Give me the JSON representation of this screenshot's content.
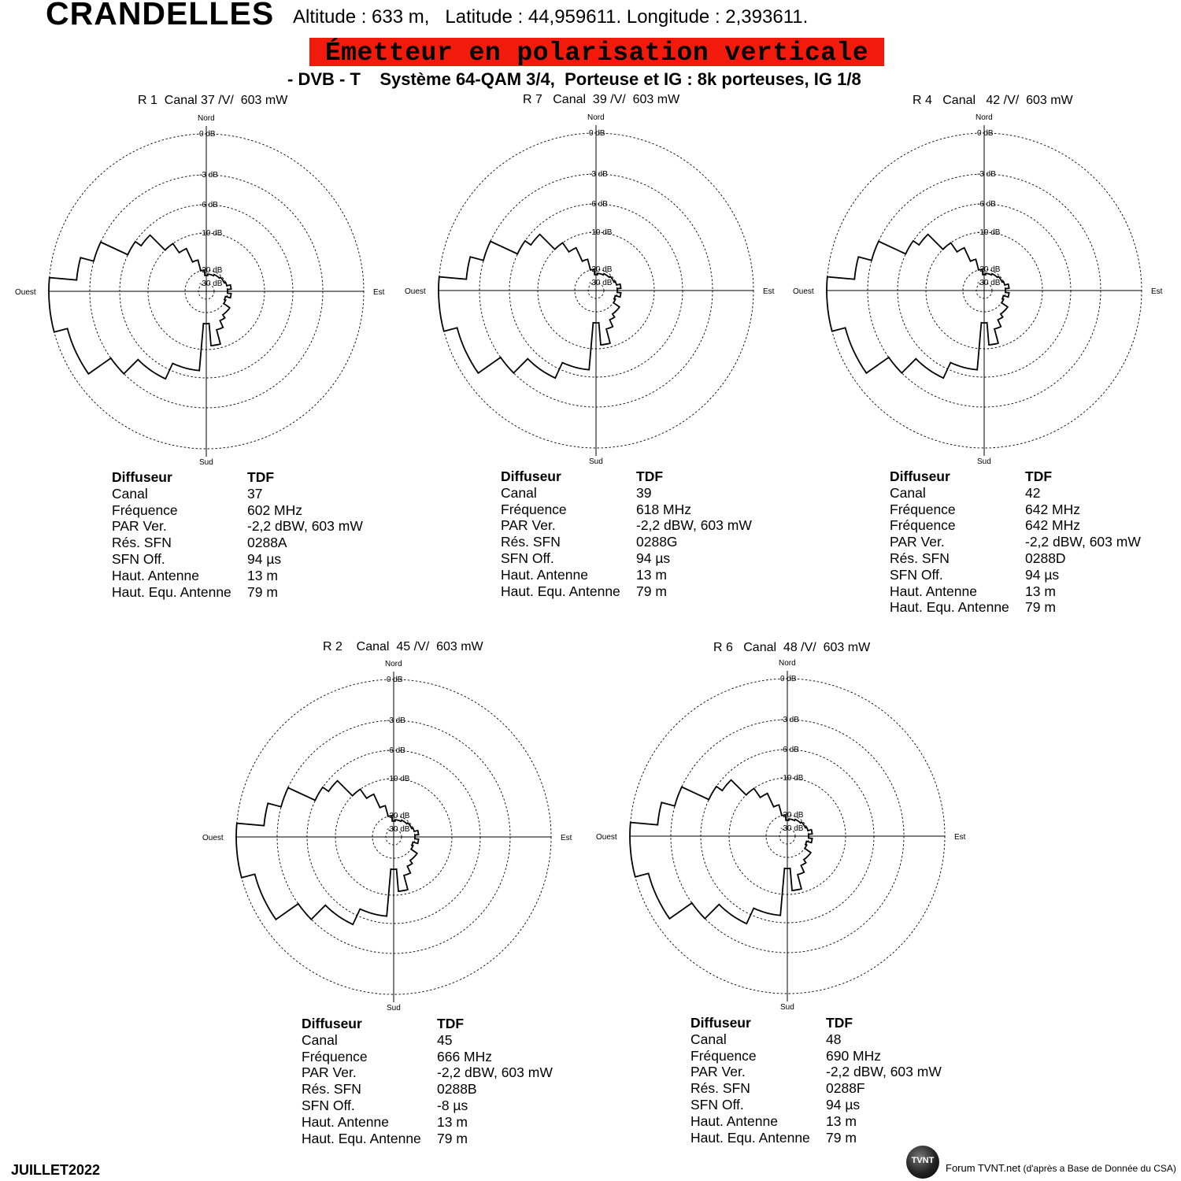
{
  "header": {
    "site": "CRANDELLES",
    "coords": "Altitude : 633 m,   Latitude : 44,959611. Longitude : 2,393611.",
    "banner": "Émetteur en polarisation verticale",
    "system": "- DVB - T    Système 64-QAM 3/4,  Porteuse et IG : 8k porteuses, IG 1/8",
    "colors": {
      "banner_bg": "#f21b0b"
    }
  },
  "footer": {
    "date": "JUILLET2022",
    "logo_text": "TVNT",
    "credit_main": "Forum TVNT.net",
    "credit_note": " (d'après a Base de Donnée du CSA)"
  },
  "compass": {
    "north": "Nord",
    "south": "Sud",
    "west": "Ouest",
    "east": "Est"
  },
  "chart_data": [
    {
      "type": "polar",
      "title": "R 1  Canal 37 /V/  603 mW",
      "rings_db": [
        0,
        -3,
        -6,
        -10,
        -20,
        -30
      ],
      "ring_labels": [
        "0 dB",
        "-3 dB",
        "-6 dB",
        "-10 dB",
        "-20 dB",
        "-30 dB"
      ],
      "pattern": {
        "angles_deg": [
          0,
          10,
          20,
          30,
          40,
          50,
          60,
          70,
          80,
          90,
          100,
          110,
          120,
          130,
          140,
          150,
          160,
          170,
          180,
          190,
          200,
          210,
          220,
          230,
          240,
          250,
          260,
          270,
          280,
          290,
          300,
          310,
          320,
          330,
          340,
          350
        ],
        "gain_db": [
          -24,
          -23,
          -23,
          -22,
          -22,
          -21,
          -21,
          -20,
          -19,
          -20,
          -19,
          -21,
          -20,
          -18,
          -18,
          -17,
          -15,
          -11,
          -17,
          -7,
          -7,
          -5,
          -5,
          -3,
          -1,
          -1,
          0,
          0,
          -2,
          -3,
          -6,
          -7,
          -10,
          -13,
          -17,
          -20
        ]
      },
      "info": [
        [
          "Diffuseur",
          "TDF"
        ],
        [
          "Canal",
          "37"
        ],
        [
          "Fréquence",
          "602 MHz"
        ],
        [
          "PAR Ver.",
          "-2,2 dBW, 603 mW"
        ],
        [
          "Rés. SFN",
          "0288A"
        ],
        [
          "SFN Off.",
          "94 µs"
        ],
        [
          "Haut. Antenne",
          "13 m"
        ],
        [
          "Haut. Equ. Antenne",
          "79 m"
        ]
      ]
    },
    {
      "type": "polar",
      "title": "R 7   Canal  39 /V/  603 mW",
      "rings_db": [
        0,
        -3,
        -6,
        -10,
        -20,
        -30
      ],
      "ring_labels": [
        "0 dB",
        "-3 dB",
        "-6 dB",
        "-10 dB",
        "-20 dB",
        "-30 dB"
      ],
      "pattern": {
        "angles_deg": [
          0,
          10,
          20,
          30,
          40,
          50,
          60,
          70,
          80,
          90,
          100,
          110,
          120,
          130,
          140,
          150,
          160,
          170,
          180,
          190,
          200,
          210,
          220,
          230,
          240,
          250,
          260,
          270,
          280,
          290,
          300,
          310,
          320,
          330,
          340,
          350
        ],
        "gain_db": [
          -24,
          -23,
          -23,
          -22,
          -22,
          -21,
          -21,
          -20,
          -19,
          -20,
          -19,
          -21,
          -20,
          -18,
          -18,
          -17,
          -15,
          -11,
          -17,
          -7,
          -7,
          -5,
          -5,
          -3,
          -1,
          -1,
          0,
          0,
          -2,
          -3,
          -6,
          -7,
          -10,
          -13,
          -17,
          -20
        ]
      },
      "info": [
        [
          "Diffuseur",
          "TDF"
        ],
        [
          "Canal",
          "39"
        ],
        [
          "Fréquence",
          "618 MHz"
        ],
        [
          "PAR Ver.",
          "-2,2 dBW, 603 mW"
        ],
        [
          "Rés. SFN",
          "0288G"
        ],
        [
          "SFN Off.",
          "94 µs"
        ],
        [
          "Haut. Antenne",
          "13 m"
        ],
        [
          "Haut. Equ. Antenne",
          "79 m"
        ]
      ]
    },
    {
      "type": "polar",
      "title": "R 4   Canal   42 /V/  603 mW",
      "rings_db": [
        0,
        -3,
        -6,
        -10,
        -20,
        -30
      ],
      "ring_labels": [
        "0 dB",
        "-3 dB",
        "-6 dB",
        "-10 dB",
        "-20 dB",
        "-30 dB"
      ],
      "pattern": {
        "angles_deg": [
          0,
          10,
          20,
          30,
          40,
          50,
          60,
          70,
          80,
          90,
          100,
          110,
          120,
          130,
          140,
          150,
          160,
          170,
          180,
          190,
          200,
          210,
          220,
          230,
          240,
          250,
          260,
          270,
          280,
          290,
          300,
          310,
          320,
          330,
          340,
          350
        ],
        "gain_db": [
          -24,
          -23,
          -23,
          -22,
          -22,
          -21,
          -21,
          -20,
          -19,
          -20,
          -19,
          -21,
          -20,
          -18,
          -18,
          -17,
          -15,
          -11,
          -17,
          -7,
          -7,
          -5,
          -5,
          -3,
          -1,
          -1,
          0,
          0,
          -2,
          -3,
          -6,
          -7,
          -10,
          -13,
          -17,
          -20
        ]
      },
      "info": [
        [
          "Diffuseur",
          "TDF"
        ],
        [
          "Canal",
          "42"
        ],
        [
          "Fréquence",
          "642 MHz"
        ],
        [
          "Fréquence",
          "642 MHz"
        ],
        [
          "PAR Ver.",
          "-2,2 dBW, 603 mW"
        ],
        [
          "Rés. SFN",
          "0288D"
        ],
        [
          "SFN Off.",
          "94 µs"
        ],
        [
          "Haut. Antenne",
          "13 m"
        ],
        [
          "Haut. Equ. Antenne",
          "79 m"
        ]
      ]
    },
    {
      "type": "polar",
      "title": "R 2    Canal  45 /V/  603 mW",
      "rings_db": [
        0,
        -3,
        -6,
        -10,
        -20,
        -30
      ],
      "ring_labels": [
        "0 dB",
        "-3 dB",
        "-6 dB",
        "-10 dB",
        "-20 dB",
        "-30 dB"
      ],
      "pattern": {
        "angles_deg": [
          0,
          10,
          20,
          30,
          40,
          50,
          60,
          70,
          80,
          90,
          100,
          110,
          120,
          130,
          140,
          150,
          160,
          170,
          180,
          190,
          200,
          210,
          220,
          230,
          240,
          250,
          260,
          270,
          280,
          290,
          300,
          310,
          320,
          330,
          340,
          350
        ],
        "gain_db": [
          -24,
          -23,
          -23,
          -22,
          -22,
          -21,
          -21,
          -20,
          -19,
          -20,
          -19,
          -21,
          -20,
          -18,
          -18,
          -17,
          -15,
          -11,
          -17,
          -7,
          -7,
          -5,
          -5,
          -3,
          -1,
          -1,
          0,
          0,
          -2,
          -3,
          -6,
          -7,
          -10,
          -13,
          -17,
          -20
        ]
      },
      "info": [
        [
          "Diffuseur",
          "TDF"
        ],
        [
          "Canal",
          "45"
        ],
        [
          "Fréquence",
          "666 MHz"
        ],
        [
          "PAR Ver.",
          "-2,2 dBW, 603 mW"
        ],
        [
          "Rés. SFN",
          "0288B"
        ],
        [
          "SFN Off.",
          "-8 µs"
        ],
        [
          "Haut. Antenne",
          "13 m"
        ],
        [
          "Haut. Equ. Antenne",
          "79 m"
        ]
      ]
    },
    {
      "type": "polar",
      "title": "R 6   Canal  48 /V/  603 mW",
      "rings_db": [
        0,
        -3,
        -6,
        -10,
        -20,
        -30
      ],
      "ring_labels": [
        "0 dB",
        "-3 dB",
        "-6 dB",
        "-10 dB",
        "-20 dB",
        "-30 dB"
      ],
      "pattern": {
        "angles_deg": [
          0,
          10,
          20,
          30,
          40,
          50,
          60,
          70,
          80,
          90,
          100,
          110,
          120,
          130,
          140,
          150,
          160,
          170,
          180,
          190,
          200,
          210,
          220,
          230,
          240,
          250,
          260,
          270,
          280,
          290,
          300,
          310,
          320,
          330,
          340,
          350
        ],
        "gain_db": [
          -24,
          -23,
          -23,
          -22,
          -22,
          -21,
          -21,
          -20,
          -19,
          -20,
          -19,
          -21,
          -20,
          -18,
          -18,
          -17,
          -15,
          -11,
          -17,
          -7,
          -7,
          -5,
          -5,
          -3,
          -1,
          -1,
          0,
          0,
          -2,
          -3,
          -6,
          -7,
          -10,
          -13,
          -17,
          -20
        ]
      },
      "info": [
        [
          "Diffuseur",
          "TDF"
        ],
        [
          "Canal",
          "48"
        ],
        [
          "Fréquence",
          "690 MHz"
        ],
        [
          "PAR Ver.",
          "-2,2 dBW, 603 mW"
        ],
        [
          "Rés. SFN",
          "0288F"
        ],
        [
          "SFN Off.",
          "94 µs"
        ],
        [
          "Haut. Antenne",
          "13 m"
        ],
        [
          "Haut. Equ. Antenne",
          "79 m"
        ]
      ]
    }
  ]
}
